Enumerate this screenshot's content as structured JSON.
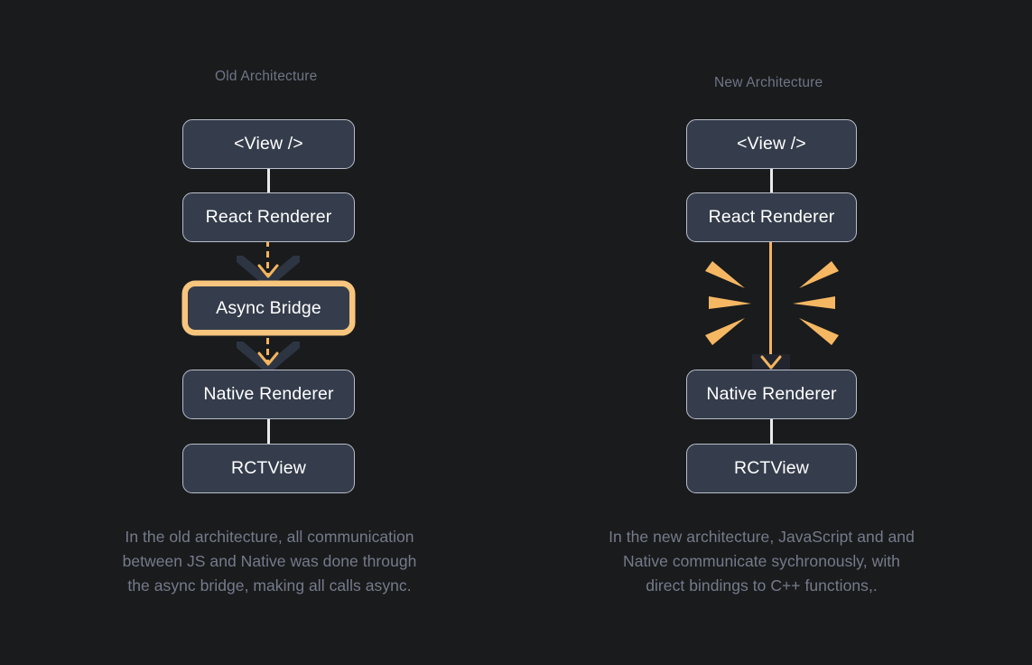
{
  "theme": {
    "background": "#1a1b1d",
    "node_fill": "#353d4c",
    "node_border": "#b9bdc9",
    "node_text": "#ffffff",
    "accent_orange": "#f3b45f",
    "highlight_orange": "#f7c57d",
    "muted_text": "#6f7585",
    "caption_text": "#757b8a",
    "connector_light": "#e9eaee",
    "chevron_dark": "#2e3542"
  },
  "columns": {
    "old": {
      "title": "Old Architecture",
      "nodes": [
        {
          "id": "view",
          "label": "<View />"
        },
        {
          "id": "react",
          "label": "React Renderer"
        },
        {
          "id": "bridge",
          "label": "Async Bridge"
        },
        {
          "id": "native",
          "label": "Native Renderer"
        },
        {
          "id": "rct",
          "label": "RCTView"
        }
      ],
      "caption_lines": [
        "In the old architecture, all communication",
        "between JS and Native was done through",
        "the async bridge, making all calls async."
      ]
    },
    "new": {
      "title": "New Architecture",
      "nodes": [
        {
          "id": "view",
          "label": "<View />"
        },
        {
          "id": "react",
          "label": "React Renderer"
        },
        {
          "id": "native",
          "label": "Native Renderer"
        },
        {
          "id": "rct",
          "label": "RCTView"
        }
      ],
      "caption_lines": [
        "In the new architecture, JavaScript and and",
        "Native communicate sychronously, with",
        "direct bindings to C++ functions,."
      ]
    }
  }
}
